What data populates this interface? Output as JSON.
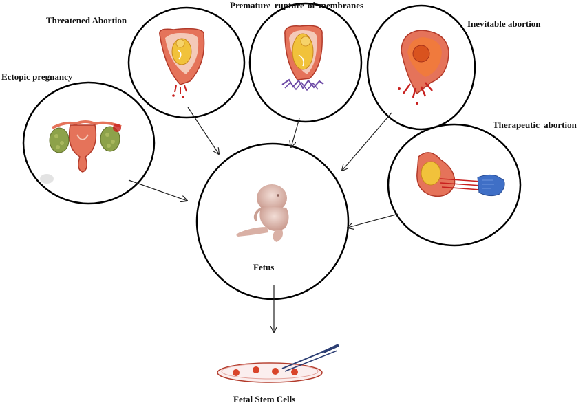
{
  "labels": {
    "threatened_abortion": "Threatened Abortion",
    "premature_rupture": "Premature rupture of membranes",
    "inevitable_abortion": "Inevitable abortion",
    "ectopic_pregnancy": "Ectopic pregnancy",
    "therapeutic_abortion": "Therapeutic abortion",
    "fetus": "Fetus",
    "fetal_stem_cells": "Fetal Stem Cells"
  },
  "colors": {
    "uterus_tissue": "#e5735a",
    "uterus_lining": "#f4c9b8",
    "blood": "#c8201e",
    "fetus_yellow": "#f1c23b",
    "fetus_skin": "#e8c9bf",
    "membrane_purple": "#6d4aa6",
    "glove_blue": "#3f6fc6",
    "ovary_green": "#8da24a",
    "outline": "#000000"
  },
  "icons": {
    "threatened": "uterus-bleeding-icon",
    "prom": "uterus-ruptured-membranes-icon",
    "inevitable": "uterus-dilated-bleeding-icon",
    "ectopic": "uterus-ovaries-icon",
    "therapeutic": "uterus-surgical-removal-icon",
    "fetus": "fetus-icon",
    "stemcells": "petri-dish-pipette-icon"
  }
}
